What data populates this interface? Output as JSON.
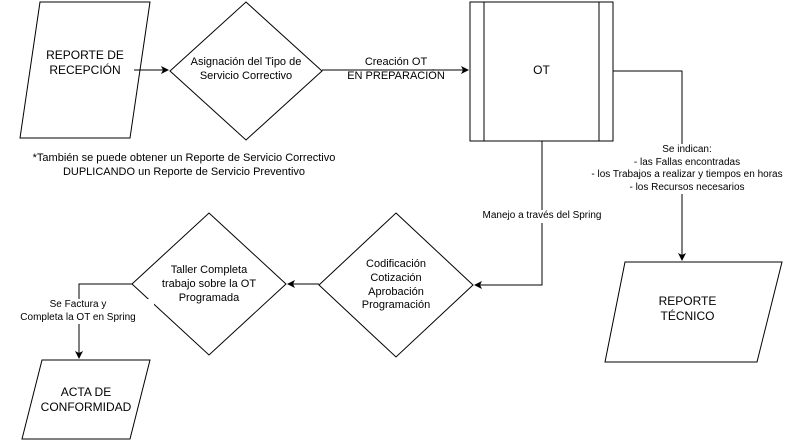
{
  "nodes": {
    "reporte_recepcion": [
      "REPORTE DE",
      "RECEPCIÓN"
    ],
    "asignacion": [
      "Asignación del Tipo de",
      "Servicio Correctivo"
    ],
    "ot": "OT",
    "codificacion": [
      "Codificación",
      "Cotización",
      "Aprobación",
      "Programación"
    ],
    "taller": [
      "Taller Completa",
      "trabajo sobre la OT",
      "Programada"
    ],
    "acta": [
      "ACTA DE",
      "CONFORMIDAD"
    ],
    "reporte_tecnico": [
      "REPORTE",
      "TÉCNICO"
    ]
  },
  "edges": {
    "creacion_ot": [
      "Creación OT",
      "EN PREPARACIÓN"
    ],
    "manejo_spring": "Manejo a través del Spring",
    "se_factura": [
      "Se Factura y",
      "Completa la OT en Spring"
    ],
    "se_indican": [
      "Se indican:",
      "- las Fallas encontradas",
      "- los Trabajos a realizar y tiempos en horas",
      "- los Recursos necesarios"
    ]
  },
  "note": [
    "*También se puede obtener un Reporte de Servicio Correctivo",
    "DUPLICANDO un Reporte de Servicio Preventivo"
  ]
}
